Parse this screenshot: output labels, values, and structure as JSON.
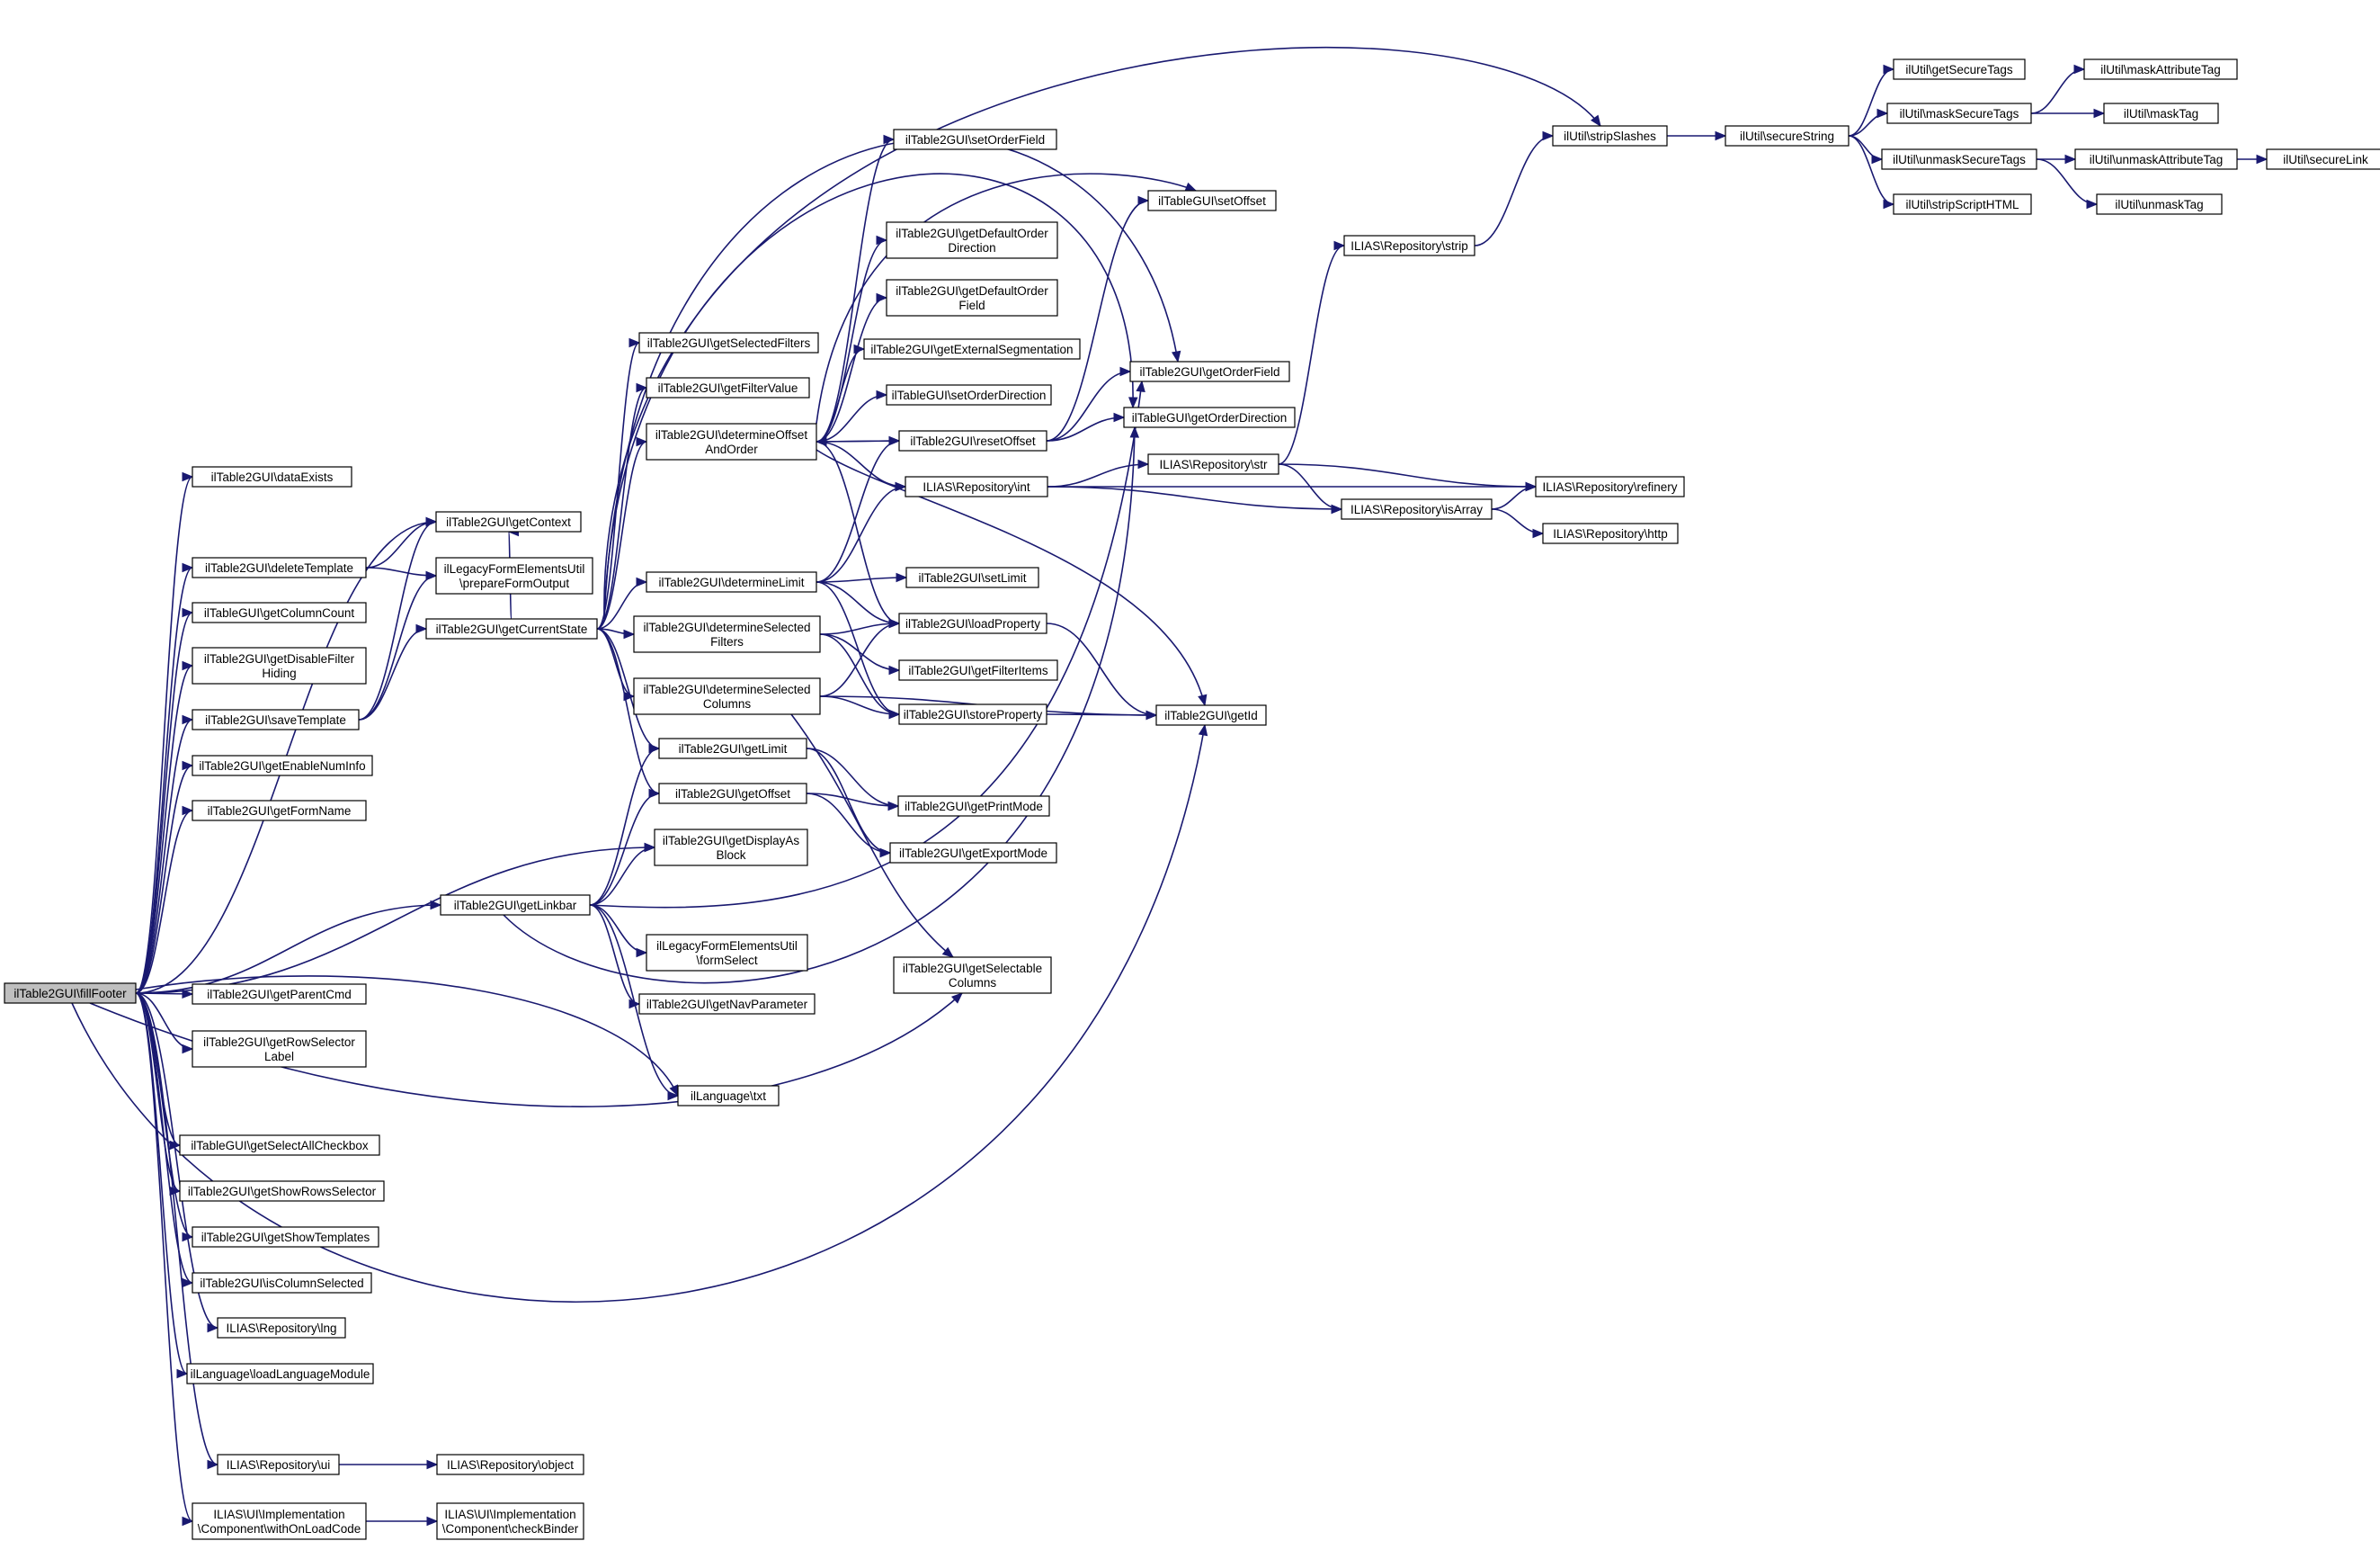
{
  "graph": {
    "title": "",
    "colors": {
      "edge": "#191970",
      "node_border": "#000000",
      "node_fill": "#ffffff",
      "root_fill": "#bfbfbf"
    },
    "nodes": [
      {
        "id": "fillFooter",
        "lines": [
          "ilTable2GUI\\fillFooter"
        ],
        "root": true
      },
      {
        "id": "dataExists",
        "lines": [
          "ilTable2GUI\\dataExists"
        ]
      },
      {
        "id": "getContext",
        "lines": [
          "ilTable2GUI\\getContext"
        ]
      },
      {
        "id": "deleteTemplate",
        "lines": [
          "ilTable2GUI\\deleteTemplate"
        ]
      },
      {
        "id": "prepareFormOutput",
        "lines": [
          "ilLegacyFormElementsUtil",
          "\\prepareFormOutput"
        ]
      },
      {
        "id": "getColumnCount",
        "lines": [
          "ilTableGUI\\getColumnCount"
        ]
      },
      {
        "id": "getDisableFilterHiding",
        "lines": [
          "ilTable2GUI\\getDisableFilter",
          "Hiding"
        ]
      },
      {
        "id": "saveTemplate",
        "lines": [
          "ilTable2GUI\\saveTemplate"
        ]
      },
      {
        "id": "getEnableNumInfo",
        "lines": [
          "ilTable2GUI\\getEnableNumInfo"
        ]
      },
      {
        "id": "getFormName",
        "lines": [
          "ilTable2GUI\\getFormName"
        ]
      },
      {
        "id": "getCurrentState",
        "lines": [
          "ilTable2GUI\\getCurrentState"
        ]
      },
      {
        "id": "getSelectedFilters",
        "lines": [
          "ilTable2GUI\\getSelectedFilters"
        ]
      },
      {
        "id": "getFilterValue",
        "lines": [
          "ilTable2GUI\\getFilterValue"
        ]
      },
      {
        "id": "determineOffsetAndOrder",
        "lines": [
          "ilTable2GUI\\determineOffset",
          "AndOrder"
        ]
      },
      {
        "id": "determineLimit",
        "lines": [
          "ilTable2GUI\\determineLimit"
        ]
      },
      {
        "id": "determineSelectedFilters",
        "lines": [
          "ilTable2GUI\\determineSelected",
          "Filters"
        ]
      },
      {
        "id": "determineSelectedColumns",
        "lines": [
          "ilTable2GUI\\determineSelected",
          "Columns"
        ]
      },
      {
        "id": "getLimit",
        "lines": [
          "ilTable2GUI\\getLimit"
        ]
      },
      {
        "id": "getOffset",
        "lines": [
          "ilTable2GUI\\getOffset"
        ]
      },
      {
        "id": "getDisplayAsBlock",
        "lines": [
          "ilTable2GUI\\getDisplayAs",
          "Block"
        ]
      },
      {
        "id": "getLinkbar",
        "lines": [
          "ilTable2GUI\\getLinkbar"
        ]
      },
      {
        "id": "formSelect",
        "lines": [
          "ilLegacyFormElementsUtil",
          "\\formSelect"
        ]
      },
      {
        "id": "getNavParameter",
        "lines": [
          "ilTable2GUI\\getNavParameter"
        ]
      },
      {
        "id": "txt",
        "lines": [
          "ilLanguage\\txt"
        ]
      },
      {
        "id": "getParentCmd",
        "lines": [
          "ilTable2GUI\\getParentCmd"
        ]
      },
      {
        "id": "getRowSelectorLabel",
        "lines": [
          "ilTable2GUI\\getRowSelector",
          "Label"
        ]
      },
      {
        "id": "getSelectAllCheckbox",
        "lines": [
          "ilTableGUI\\getSelectAllCheckbox"
        ]
      },
      {
        "id": "getShowRowsSelector",
        "lines": [
          "ilTable2GUI\\getShowRowsSelector"
        ]
      },
      {
        "id": "getShowTemplates",
        "lines": [
          "ilTable2GUI\\getShowTemplates"
        ]
      },
      {
        "id": "isColumnSelected",
        "lines": [
          "ilTable2GUI\\isColumnSelected"
        ]
      },
      {
        "id": "lng",
        "lines": [
          "ILIAS\\Repository\\lng"
        ]
      },
      {
        "id": "loadLanguageModule",
        "lines": [
          "ilLanguage\\loadLanguageModule"
        ]
      },
      {
        "id": "ui",
        "lines": [
          "ILIAS\\Repository\\ui"
        ]
      },
      {
        "id": "object",
        "lines": [
          "ILIAS\\Repository\\object"
        ]
      },
      {
        "id": "withOnLoadCode",
        "lines": [
          "ILIAS\\UI\\Implementation",
          "\\Component\\withOnLoadCode"
        ]
      },
      {
        "id": "checkBinder",
        "lines": [
          "ILIAS\\UI\\Implementation",
          "\\Component\\checkBinder"
        ]
      },
      {
        "id": "setOrderField",
        "lines": [
          "ilTable2GUI\\setOrderField"
        ]
      },
      {
        "id": "getDefaultOrderDirection",
        "lines": [
          "ilTable2GUI\\getDefaultOrder",
          "Direction"
        ]
      },
      {
        "id": "getDefaultOrderField",
        "lines": [
          "ilTable2GUI\\getDefaultOrder",
          "Field"
        ]
      },
      {
        "id": "getExternalSegmentation",
        "lines": [
          "ilTable2GUI\\getExternalSegmentation"
        ]
      },
      {
        "id": "setOrderDirection",
        "lines": [
          "ilTableGUI\\setOrderDirection"
        ]
      },
      {
        "id": "resetOffset",
        "lines": [
          "ilTable2GUI\\resetOffset"
        ]
      },
      {
        "id": "int",
        "lines": [
          "ILIAS\\Repository\\int"
        ]
      },
      {
        "id": "setLimit",
        "lines": [
          "ilTable2GUI\\setLimit"
        ]
      },
      {
        "id": "loadProperty",
        "lines": [
          "ilTable2GUI\\loadProperty"
        ]
      },
      {
        "id": "getFilterItems",
        "lines": [
          "ilTable2GUI\\getFilterItems"
        ]
      },
      {
        "id": "storeProperty",
        "lines": [
          "ilTable2GUI\\storeProperty"
        ]
      },
      {
        "id": "getPrintMode",
        "lines": [
          "ilTable2GUI\\getPrintMode"
        ]
      },
      {
        "id": "getExportMode",
        "lines": [
          "ilTable2GUI\\getExportMode"
        ]
      },
      {
        "id": "getSelectableColumns",
        "lines": [
          "ilTable2GUI\\getSelectable",
          "Columns"
        ]
      },
      {
        "id": "setOffset",
        "lines": [
          "ilTableGUI\\setOffset"
        ]
      },
      {
        "id": "getOrderField",
        "lines": [
          "ilTable2GUI\\getOrderField"
        ]
      },
      {
        "id": "getOrderDirection",
        "lines": [
          "ilTableGUI\\getOrderDirection"
        ]
      },
      {
        "id": "getId",
        "lines": [
          "ilTable2GUI\\getId"
        ]
      },
      {
        "id": "str",
        "lines": [
          "ILIAS\\Repository\\str"
        ]
      },
      {
        "id": "isArray",
        "lines": [
          "ILIAS\\Repository\\isArray"
        ]
      },
      {
        "id": "refinery",
        "lines": [
          "ILIAS\\Repository\\refinery"
        ]
      },
      {
        "id": "http",
        "lines": [
          "ILIAS\\Repository\\http"
        ]
      },
      {
        "id": "strip",
        "lines": [
          "ILIAS\\Repository\\strip"
        ]
      },
      {
        "id": "stripSlashes",
        "lines": [
          "ilUtil\\stripSlashes"
        ]
      },
      {
        "id": "secureString",
        "lines": [
          "ilUtil\\secureString"
        ]
      },
      {
        "id": "getSecureTags",
        "lines": [
          "ilUtil\\getSecureTags"
        ]
      },
      {
        "id": "maskSecureTags",
        "lines": [
          "ilUtil\\maskSecureTags"
        ]
      },
      {
        "id": "unmaskSecureTags",
        "lines": [
          "ilUtil\\unmaskSecureTags"
        ]
      },
      {
        "id": "stripScriptHTML",
        "lines": [
          "ilUtil\\stripScriptHTML"
        ]
      },
      {
        "id": "maskAttributeTag",
        "lines": [
          "ilUtil\\maskAttributeTag"
        ]
      },
      {
        "id": "maskTag",
        "lines": [
          "ilUtil\\maskTag"
        ]
      },
      {
        "id": "unmaskAttributeTag",
        "lines": [
          "ilUtil\\unmaskAttributeTag"
        ]
      },
      {
        "id": "unmaskTag",
        "lines": [
          "ilUtil\\unmaskTag"
        ]
      },
      {
        "id": "secureLink",
        "lines": [
          "ilUtil\\secureLink"
        ]
      }
    ],
    "edges": [
      [
        "fillFooter",
        "dataExists"
      ],
      [
        "fillFooter",
        "getContext"
      ],
      [
        "fillFooter",
        "deleteTemplate"
      ],
      [
        "fillFooter",
        "getColumnCount"
      ],
      [
        "fillFooter",
        "getDisableFilterHiding"
      ],
      [
        "fillFooter",
        "saveTemplate"
      ],
      [
        "fillFooter",
        "getEnableNumInfo"
      ],
      [
        "fillFooter",
        "getFormName"
      ],
      [
        "fillFooter",
        "getDisplayAsBlock"
      ],
      [
        "fillFooter",
        "getLinkbar"
      ],
      [
        "fillFooter",
        "getParentCmd"
      ],
      [
        "fillFooter",
        "getRowSelectorLabel"
      ],
      [
        "fillFooter",
        "txt"
      ],
      [
        "fillFooter",
        "getSelectableColumns"
      ],
      [
        "fillFooter",
        "getSelectAllCheckbox"
      ],
      [
        "fillFooter",
        "getShowRowsSelector"
      ],
      [
        "fillFooter",
        "getShowTemplates"
      ],
      [
        "fillFooter",
        "isColumnSelected"
      ],
      [
        "fillFooter",
        "lng"
      ],
      [
        "fillFooter",
        "loadLanguageModule"
      ],
      [
        "fillFooter",
        "getId"
      ],
      [
        "fillFooter",
        "ui"
      ],
      [
        "fillFooter",
        "withOnLoadCode"
      ],
      [
        "deleteTemplate",
        "getContext"
      ],
      [
        "deleteTemplate",
        "prepareFormOutput"
      ],
      [
        "saveTemplate",
        "getContext"
      ],
      [
        "saveTemplate",
        "prepareFormOutput"
      ],
      [
        "saveTemplate",
        "getCurrentState"
      ],
      [
        "getCurrentState",
        "getContext"
      ],
      [
        "getCurrentState",
        "getSelectedFilters"
      ],
      [
        "getCurrentState",
        "getFilterValue"
      ],
      [
        "getCurrentState",
        "determineOffsetAndOrder"
      ],
      [
        "getCurrentState",
        "determineLimit"
      ],
      [
        "getCurrentState",
        "determineSelectedFilters"
      ],
      [
        "getCurrentState",
        "determineSelectedColumns"
      ],
      [
        "getCurrentState",
        "getLimit"
      ],
      [
        "getCurrentState",
        "getOffset"
      ],
      [
        "getCurrentState",
        "getOrderField"
      ],
      [
        "getCurrentState",
        "getOrderDirection"
      ],
      [
        "getCurrentState",
        "stripSlashes"
      ],
      [
        "determineOffsetAndOrder",
        "setOrderField"
      ],
      [
        "determineOffsetAndOrder",
        "getDefaultOrderDirection"
      ],
      [
        "determineOffsetAndOrder",
        "getDefaultOrderField"
      ],
      [
        "determineOffsetAndOrder",
        "getExternalSegmentation"
      ],
      [
        "determineOffsetAndOrder",
        "setOrderDirection"
      ],
      [
        "determineOffsetAndOrder",
        "resetOffset"
      ],
      [
        "determineOffsetAndOrder",
        "int"
      ],
      [
        "determineOffsetAndOrder",
        "loadProperty"
      ],
      [
        "determineOffsetAndOrder",
        "setOffset"
      ],
      [
        "determineOffsetAndOrder",
        "getId"
      ],
      [
        "resetOffset",
        "determineOffsetAndOrder"
      ],
      [
        "resetOffset",
        "setOffset"
      ],
      [
        "resetOffset",
        "getOrderField"
      ],
      [
        "resetOffset",
        "getOrderDirection"
      ],
      [
        "determineLimit",
        "int"
      ],
      [
        "determineLimit",
        "resetOffset"
      ],
      [
        "determineLimit",
        "setLimit"
      ],
      [
        "determineLimit",
        "loadProperty"
      ],
      [
        "determineLimit",
        "storeProperty"
      ],
      [
        "determineSelectedFilters",
        "loadProperty"
      ],
      [
        "determineSelectedFilters",
        "getFilterItems"
      ],
      [
        "determineSelectedFilters",
        "storeProperty"
      ],
      [
        "determineSelectedColumns",
        "loadProperty"
      ],
      [
        "determineSelectedColumns",
        "storeProperty"
      ],
      [
        "determineSelectedColumns",
        "getSelectableColumns"
      ],
      [
        "determineSelectedColumns",
        "getId"
      ],
      [
        "getLimit",
        "getPrintMode"
      ],
      [
        "getLimit",
        "getExportMode"
      ],
      [
        "getOffset",
        "getPrintMode"
      ],
      [
        "getOffset",
        "getExportMode"
      ],
      [
        "getLinkbar",
        "getLimit"
      ],
      [
        "getLinkbar",
        "getOffset"
      ],
      [
        "getLinkbar",
        "getDisplayAsBlock"
      ],
      [
        "getLinkbar",
        "formSelect"
      ],
      [
        "getLinkbar",
        "getNavParameter"
      ],
      [
        "getLinkbar",
        "txt"
      ],
      [
        "getLinkbar",
        "getOrderField"
      ],
      [
        "getLinkbar",
        "getOrderDirection"
      ],
      [
        "int",
        "str"
      ],
      [
        "int",
        "isArray"
      ],
      [
        "int",
        "refinery"
      ],
      [
        "str",
        "isArray"
      ],
      [
        "str",
        "refinery"
      ],
      [
        "str",
        "strip"
      ],
      [
        "isArray",
        "refinery"
      ],
      [
        "isArray",
        "http"
      ],
      [
        "loadProperty",
        "getId"
      ],
      [
        "storeProperty",
        "getId"
      ],
      [
        "ui",
        "object"
      ],
      [
        "withOnLoadCode",
        "checkBinder"
      ],
      [
        "strip",
        "stripSlashes"
      ],
      [
        "stripSlashes",
        "secureString"
      ],
      [
        "secureString",
        "getSecureTags"
      ],
      [
        "secureString",
        "maskSecureTags"
      ],
      [
        "secureString",
        "unmaskSecureTags"
      ],
      [
        "secureString",
        "stripScriptHTML"
      ],
      [
        "maskSecureTags",
        "maskAttributeTag"
      ],
      [
        "maskSecureTags",
        "maskTag"
      ],
      [
        "unmaskSecureTags",
        "unmaskAttributeTag"
      ],
      [
        "unmaskSecureTags",
        "unmaskTag"
      ],
      [
        "unmaskAttributeTag",
        "secureLink"
      ]
    ]
  }
}
